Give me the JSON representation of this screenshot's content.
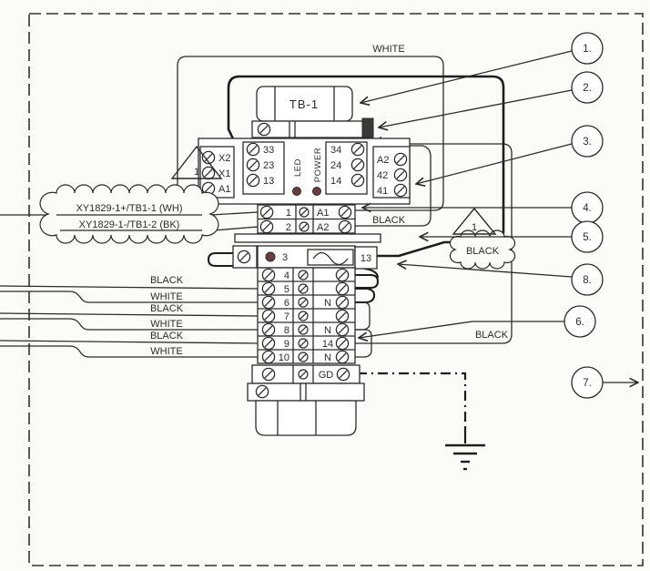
{
  "relay": {
    "title": "TB-1",
    "led": "LED",
    "power": "POWER",
    "left_outer": [
      "X2",
      "X1",
      "A1"
    ],
    "left_inner": [
      "33",
      "23",
      "13"
    ],
    "right_inner": [
      "34",
      "24",
      "14"
    ],
    "right_outer": [
      "A2",
      "42",
      "41"
    ]
  },
  "strip": {
    "coil_rows": [
      {
        "num": "1",
        "label": "A1"
      },
      {
        "num": "2",
        "label": "A2"
      }
    ],
    "row3": {
      "num": "3",
      "contact": "13"
    },
    "rows": [
      {
        "num": "4",
        "label": ""
      },
      {
        "num": "5",
        "label": ""
      },
      {
        "num": "6",
        "label": "N"
      },
      {
        "num": "7",
        "label": ""
      },
      {
        "num": "8",
        "label": "N"
      },
      {
        "num": "9",
        "label": "14"
      },
      {
        "num": "10",
        "label": "N"
      }
    ],
    "gd": "GD"
  },
  "labels": {
    "white_top": "WHITE",
    "black_coil": "BLACK",
    "black_cloud": "BLACK",
    "black_contact": "BLACK",
    "cable_wh": "XY1829-1+/TB1-1 (WH)",
    "cable_bk": "XY1829-1-/TB1-2 (BK)",
    "pair_labels": [
      "BLACK",
      "WHITE",
      "BLACK",
      "WHITE",
      "BLACK",
      "WHITE"
    ],
    "triangle_left": "1",
    "triangle_right": "1"
  },
  "callouts": [
    "1.",
    "2.",
    "3.",
    "4.",
    "5.",
    "8.",
    "6.",
    "7."
  ],
  "colors": {
    "line": "#2b2b2b",
    "led_dot": "#6a3d3d",
    "paper": "#fbfbfa"
  }
}
